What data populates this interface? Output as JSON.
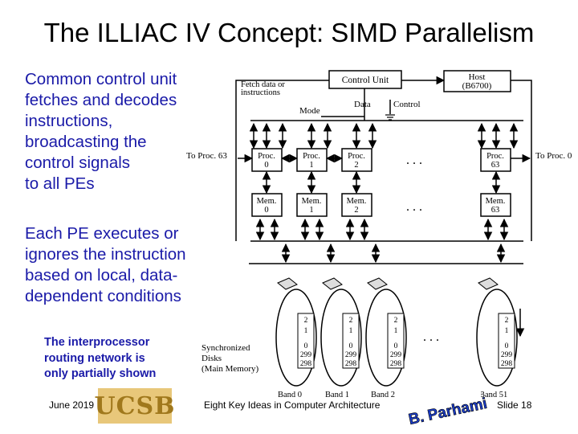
{
  "title": "The ILLIAC IV Concept: SIMD Parallelism",
  "bullets": {
    "first": [
      "Common control unit",
      "fetches and decodes",
      "instructions,",
      "broadcasting the",
      "control signals",
      "to all PEs"
    ],
    "second": [
      "Each PE executes or",
      "ignores the instruction",
      "based on local, data-",
      "dependent conditions"
    ]
  },
  "note": [
    "The interprocessor",
    "routing network is",
    "only partially shown"
  ],
  "diagram": {
    "fetch_label": [
      "Fetch data or",
      "instructions"
    ],
    "control_unit": "Control Unit",
    "host": [
      "Host",
      "(B6700)"
    ],
    "mode": "Mode",
    "data": "Data",
    "control": "Control",
    "to_proc_left": "To Proc. 63",
    "to_proc_right": "To Proc. 0",
    "ellipsis": ". . .",
    "procs": [
      {
        "name": "Proc.",
        "num": "0"
      },
      {
        "name": "Proc.",
        "num": "1"
      },
      {
        "name": "Proc.",
        "num": "2"
      },
      {
        "name": "Proc.",
        "num": "63"
      }
    ],
    "mems": [
      {
        "name": "Mem.",
        "num": "0"
      },
      {
        "name": "Mem.",
        "num": "1"
      },
      {
        "name": "Mem.",
        "num": "2"
      },
      {
        "name": "Mem.",
        "num": "63"
      }
    ],
    "disk_label": [
      "Synchronized",
      "Disks",
      "(Main Memory)"
    ],
    "disk_rows": [
      "2",
      "1",
      "0",
      "299",
      "298"
    ],
    "bands": [
      "Band 0",
      "Band 1",
      "Band 2",
      "Band 51"
    ]
  },
  "footer": {
    "date": "June 2019",
    "logo": "UCSB",
    "center": "Eight Key Ideas in Computer Architecture",
    "logo2": "B. Parhami",
    "slide": "Slide 18"
  }
}
